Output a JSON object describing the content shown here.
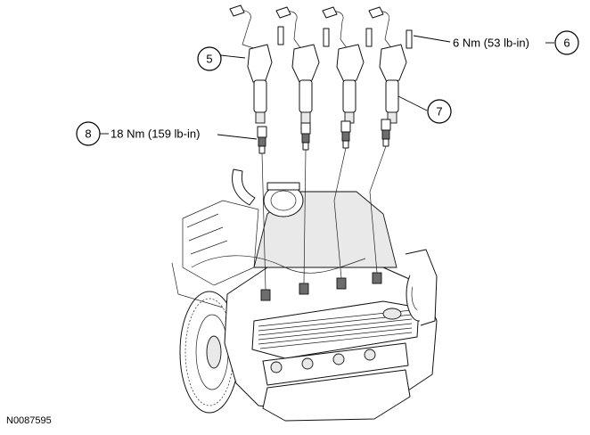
{
  "callouts": [
    {
      "number": "5"
    },
    {
      "number": "6",
      "spec": "6 Nm (53 lb-in)"
    },
    {
      "number": "7"
    },
    {
      "number": "8",
      "spec": "18 Nm (159 lb-in)"
    }
  ],
  "figure_id": "N0087595",
  "colors": {
    "line": "#000000",
    "background": "#ffffff",
    "shading": "#e9e9e9"
  }
}
